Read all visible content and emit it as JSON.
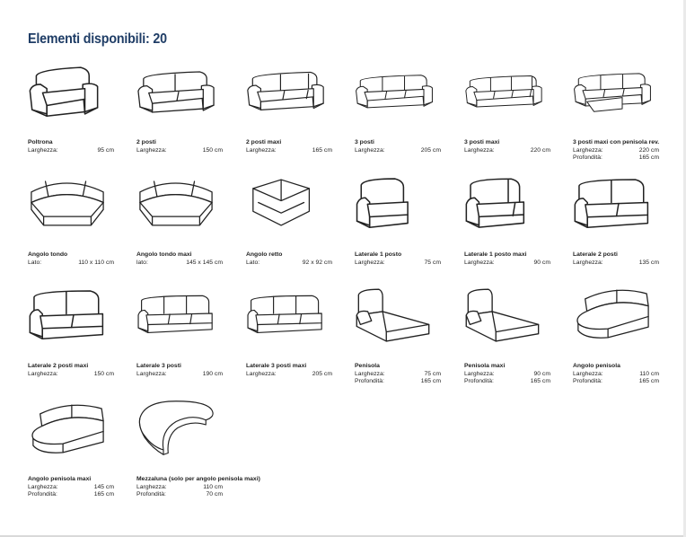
{
  "page": {
    "title": "Elementi disponibili: 20"
  },
  "items": [
    {
      "name": "Poltrona",
      "icon": "armchair-icon",
      "rows": [
        {
          "k": "Larghezza:",
          "v": "95 cm"
        }
      ]
    },
    {
      "name": "2 posti",
      "icon": "sofa-2-seat-icon",
      "rows": [
        {
          "k": "Larghezza:",
          "v": "150 cm"
        }
      ]
    },
    {
      "name": "2 posti maxi",
      "icon": "sofa-2-seat-maxi-icon",
      "rows": [
        {
          "k": "Larghezza:",
          "v": "165 cm"
        }
      ]
    },
    {
      "name": "3 posti",
      "icon": "sofa-3-seat-icon",
      "rows": [
        {
          "k": "Larghezza:",
          "v": "205 cm"
        }
      ]
    },
    {
      "name": "3 posti maxi",
      "icon": "sofa-3-seat-maxi-icon",
      "rows": [
        {
          "k": "Larghezza:",
          "v": "220 cm"
        }
      ]
    },
    {
      "name": "3 posti maxi con penisola rev.",
      "icon": "sofa-3-seat-chaise-icon",
      "rows": [
        {
          "k": "Larghezza:",
          "v": "220 cm"
        },
        {
          "k": "Profondità:",
          "v": "165 cm"
        }
      ]
    },
    {
      "name": "Angolo tondo",
      "icon": "round-corner-icon",
      "rows": [
        {
          "k": "Lato:",
          "v": "110 x 110 cm"
        }
      ]
    },
    {
      "name": "Angolo tondo maxi",
      "icon": "round-corner-maxi-icon",
      "rows": [
        {
          "k": "lato:",
          "v": "145 x 145 cm"
        }
      ]
    },
    {
      "name": "Angolo retto",
      "icon": "right-corner-icon",
      "rows": [
        {
          "k": "Lato:",
          "v": "92 x 92 cm"
        }
      ]
    },
    {
      "name": "Laterale 1 posto",
      "icon": "side-1-seat-icon",
      "rows": [
        {
          "k": "Larghezza:",
          "v": "75 cm"
        }
      ]
    },
    {
      "name": "Laterale 1 posto maxi",
      "icon": "side-1-seat-maxi-icon",
      "rows": [
        {
          "k": "Larghezza:",
          "v": "90 cm"
        }
      ]
    },
    {
      "name": "Laterale 2 posti",
      "icon": "side-2-seat-icon",
      "rows": [
        {
          "k": "Larghezza:",
          "v": "135 cm"
        }
      ]
    },
    {
      "name": "Laterale 2 posti maxi",
      "icon": "side-2-seat-maxi-icon",
      "rows": [
        {
          "k": "Larghezza:",
          "v": "150 cm"
        }
      ]
    },
    {
      "name": "Laterale 3 posti",
      "icon": "side-3-seat-icon",
      "rows": [
        {
          "k": "Larghezza:",
          "v": "190 cm"
        }
      ]
    },
    {
      "name": "Laterale 3 posti maxi",
      "icon": "side-3-seat-maxi-icon",
      "rows": [
        {
          "k": "Larghezza:",
          "v": "205 cm"
        }
      ]
    },
    {
      "name": "Penisola",
      "icon": "chaise-icon",
      "rows": [
        {
          "k": "Larghezza:",
          "v": "75 cm"
        },
        {
          "k": "Profondità:",
          "v": "165 cm"
        }
      ]
    },
    {
      "name": "Penisola maxi",
      "icon": "chaise-maxi-icon",
      "rows": [
        {
          "k": "Larghezza:",
          "v": "90 cm"
        },
        {
          "k": "Profondità:",
          "v": "165 cm"
        }
      ]
    },
    {
      "name": "Angolo penisola",
      "icon": "corner-chaise-icon",
      "rows": [
        {
          "k": "Larghezza:",
          "v": "110 cm"
        },
        {
          "k": "Profondità:",
          "v": "165 cm"
        }
      ]
    },
    {
      "name": "Angolo penisola maxi",
      "icon": "corner-chaise-maxi-icon",
      "rows": [
        {
          "k": "Larghezza:",
          "v": "145 cm"
        },
        {
          "k": "Profondità:",
          "v": "165 cm"
        }
      ]
    },
    {
      "name": "Mezzaluna (solo per angolo penisola maxi)",
      "icon": "half-moon-icon",
      "rows": [
        {
          "k": "Larghezza:",
          "v": "110 cm"
        },
        {
          "k": "Profondità:",
          "v": "70 cm"
        }
      ]
    }
  ]
}
